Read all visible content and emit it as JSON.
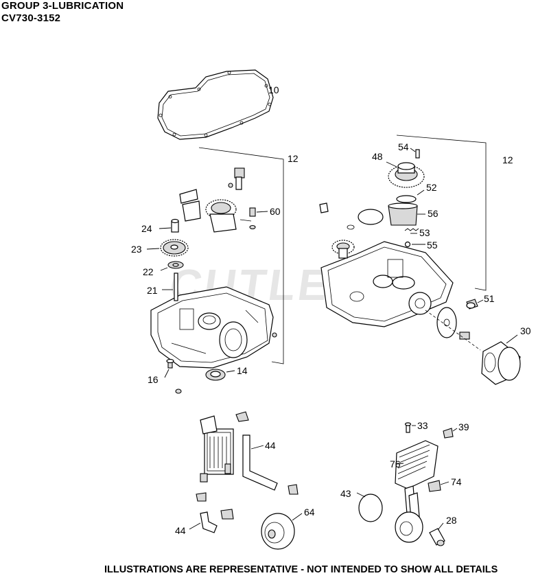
{
  "header": {
    "title_line1": "GROUP 3-LUBRICATION",
    "title_line2": "CV730-3152"
  },
  "watermark": "CUTLER",
  "footer": "ILLUSTRATIONS ARE REPRESENTATIVE - NOT INTENDED TO SHOW ALL DETAILS",
  "callouts": {
    "c10": "10",
    "c12a": "12",
    "c12b": "12",
    "c54": "54",
    "c48": "48",
    "c52": "52",
    "c56": "56",
    "c53": "53",
    "c55": "55",
    "c60": "60",
    "c24": "24",
    "c23": "23",
    "c22": "22",
    "c21": "21",
    "c51": "51",
    "c30": "30",
    "c16": "16",
    "c14": "14",
    "c33": "33",
    "c39": "39",
    "c44a": "44",
    "c76": "76",
    "c74": "74",
    "c43": "43",
    "c64": "64",
    "c28": "28",
    "c44b": "44"
  }
}
